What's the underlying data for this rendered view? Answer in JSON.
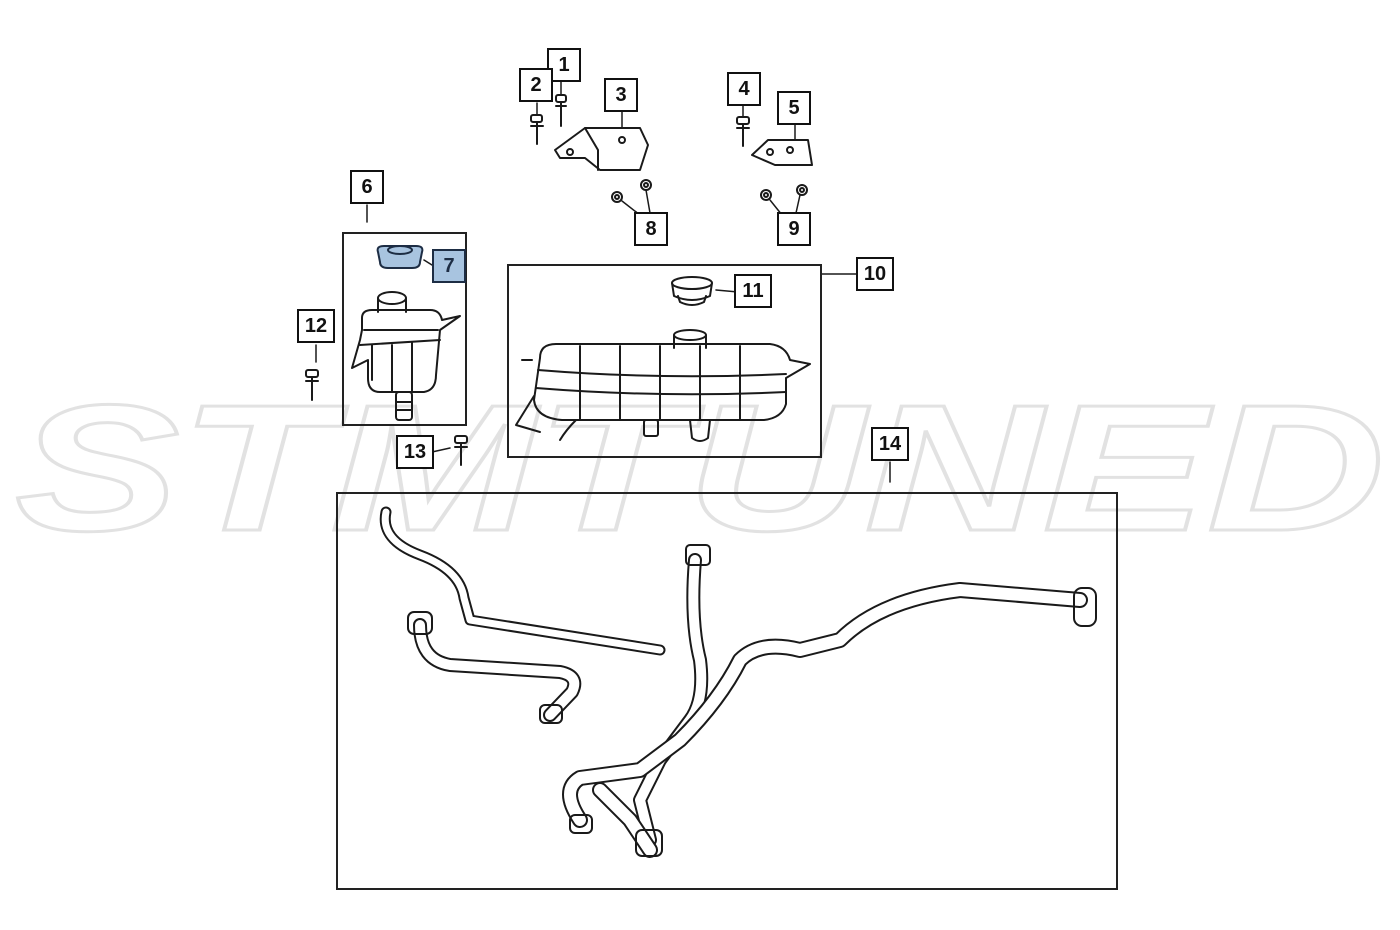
{
  "watermark": {
    "text": "STMTUNED"
  },
  "colors": {
    "line": "#1a1a1a",
    "selected_fill": "#a8c4e0",
    "selected_stroke": "#1d2d44",
    "watermark": "#f1f1f1"
  },
  "callouts": {
    "c1": "1",
    "c2": "2",
    "c3": "3",
    "c4": "4",
    "c5": "5",
    "c6": "6",
    "c7": "7",
    "c8": "8",
    "c9": "9",
    "c10": "10",
    "c11": "11",
    "c12": "12",
    "c13": "13",
    "c14": "14"
  },
  "selected_callout": "7"
}
